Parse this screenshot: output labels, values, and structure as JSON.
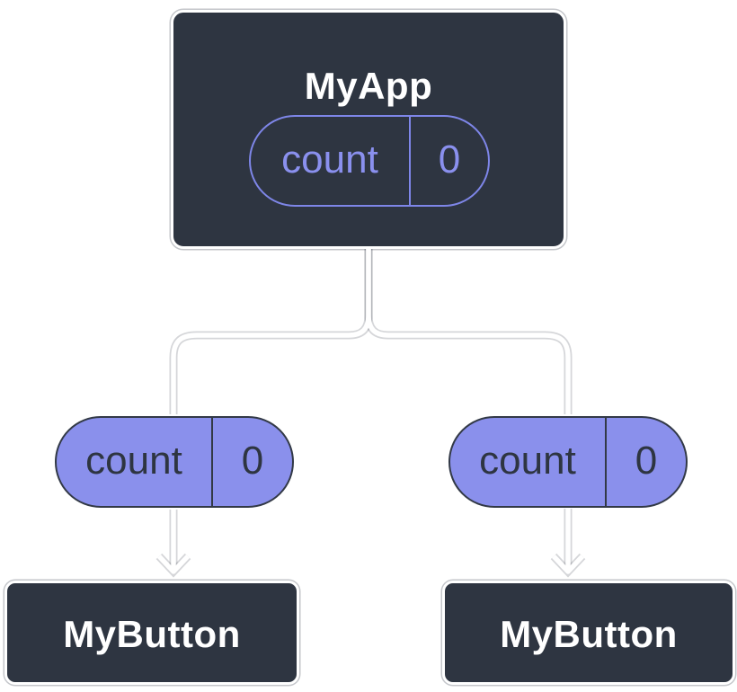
{
  "diagram": {
    "background": "#ffffff",
    "colors": {
      "node_fill": "#2e3541",
      "node_border": "#ffffff",
      "node_text": "#ffffff",
      "connector_line": "#ffffff",
      "state_pill_outline": "#7e86e8",
      "state_pill_text": "#8a90ee",
      "prop_pill_fill": "#8a90ec",
      "prop_pill_border": "#323946",
      "prop_pill_text": "#2e3541"
    },
    "root_node": {
      "title": "MyApp",
      "state_pill": {
        "name": "count",
        "value": "0"
      }
    },
    "prop_pills": {
      "left": {
        "name": "count",
        "value": "0"
      },
      "right": {
        "name": "count",
        "value": "0"
      }
    },
    "child_nodes": {
      "left": {
        "title": "MyButton"
      },
      "right": {
        "title": "MyButton"
      }
    }
  }
}
